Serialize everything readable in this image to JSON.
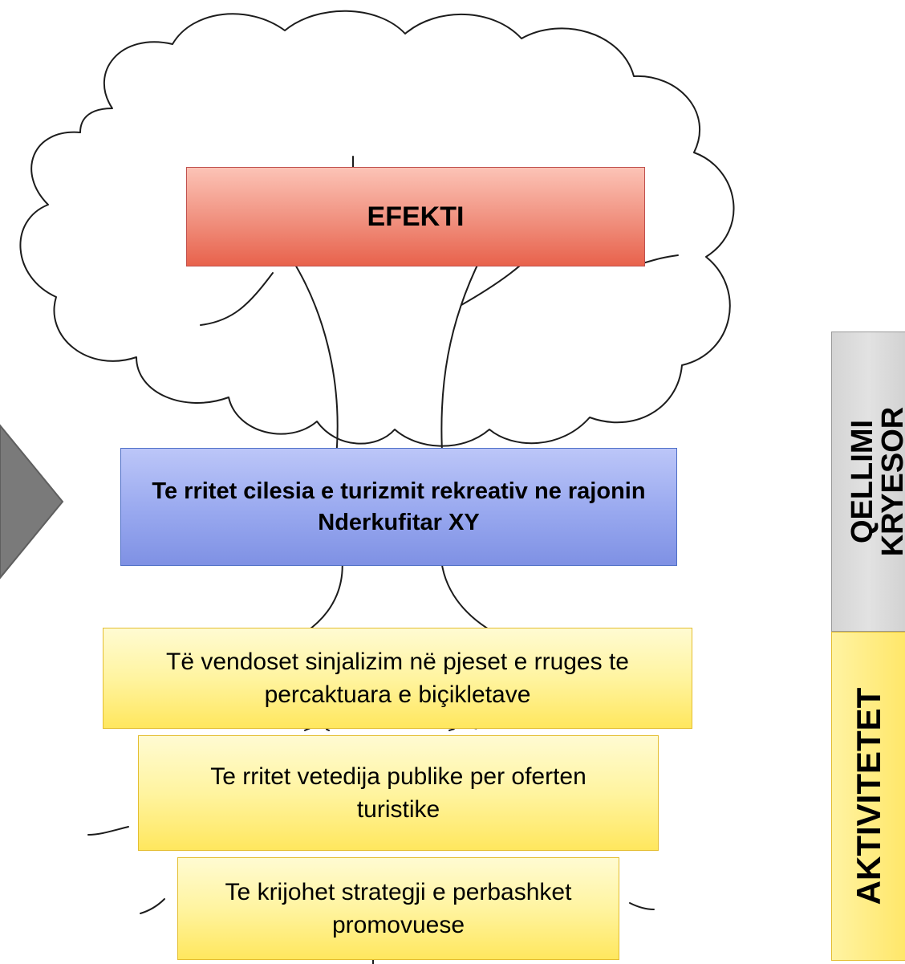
{
  "diagram": {
    "effect": {
      "label": "EFEKTI"
    },
    "goal": {
      "text": "Te rritet cilesia e turizmit rekreativ ne rajonin Nderkufitar XY"
    },
    "activities": [
      {
        "text": "Të vendoset sinjalizim në pjeset e rruges te percaktuara e biçikletave"
      },
      {
        "text": "Te rritet vetedija publike per oferten turistike"
      },
      {
        "text": "Te krijohet strategji e perbashket promovuese"
      }
    ]
  },
  "side_labels": {
    "goal_line1": "QELLIMI",
    "goal_line2": "KRYESOR",
    "activities": "AKTIVITETET"
  },
  "colors": {
    "effect_fill": "#f08f7d",
    "goal_fill": "#98a8ef",
    "activity_fill": "#fff4a0",
    "side_goal_fill": "#d9d9d9",
    "outline": "#1a1a1a"
  }
}
